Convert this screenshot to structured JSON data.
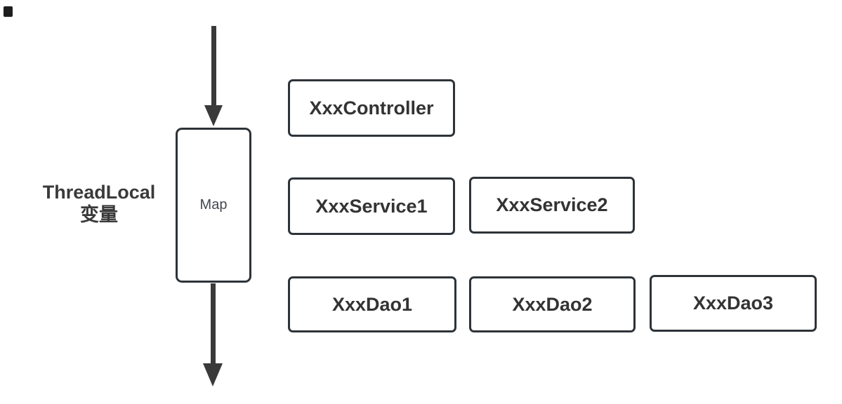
{
  "diagram": {
    "side_label": {
      "line1": "ThreadLocal",
      "line2": "变量"
    },
    "map_box": {
      "label": "Map"
    },
    "nodes": {
      "controller": {
        "label": "XxxController"
      },
      "service1": {
        "label": "XxxService1"
      },
      "service2": {
        "label": "XxxService2"
      },
      "dao1": {
        "label": "XxxDao1"
      },
      "dao2": {
        "label": "XxxDao2"
      },
      "dao3": {
        "label": "XxxDao3"
      }
    },
    "icons": {
      "top_arrow": "arrow-down",
      "bottom_arrow": "arrow-down",
      "corner_mark": "black-square"
    },
    "colors": {
      "background": "#ffffff",
      "box-border": "#2d3338",
      "arrow": "#3a3a3a",
      "text": "#333333",
      "map-text": "#43484d",
      "corner-mark": "#1e1e1e"
    }
  }
}
